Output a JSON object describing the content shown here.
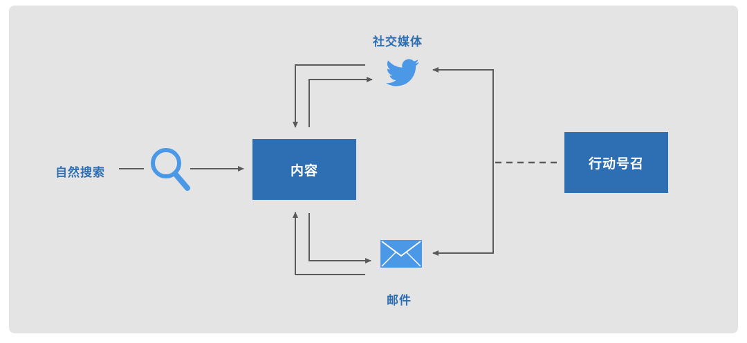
{
  "nodes": {
    "content": "内容",
    "call_to_action": "行动号召",
    "natural_search": "自然搜索",
    "social_media": "社交媒体",
    "email": "邮件"
  },
  "icons": {
    "search": "magnifier-icon",
    "social": "twitter-bird-icon",
    "email": "envelope-icon"
  },
  "colors": {
    "panel_background": "#e4e4e4",
    "box_fill": "#2e6fb4",
    "box_text": "#ffffff",
    "label_text": "#2e6fb4",
    "icon_blue": "#4a98e6",
    "arrow": "#5a5a5a"
  }
}
